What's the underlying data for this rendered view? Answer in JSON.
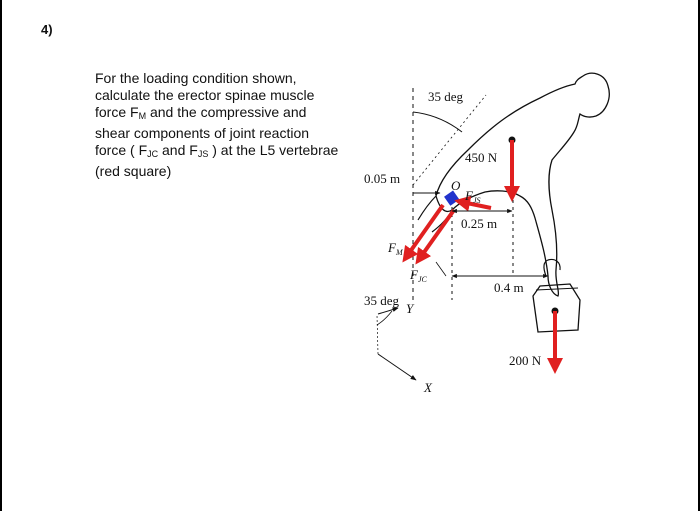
{
  "question_number": "4)",
  "problem": {
    "line1": "For the loading condition shown,",
    "line2": "calculate the erector spinae muscle",
    "line3_pre": "force F",
    "line3_sub": "M",
    "line3_post": " and the compressive and",
    "line4": "shear components of joint reaction",
    "line5_pre": "force ( F",
    "line5_sub1": "JC",
    "line5_mid": " and F",
    "line5_sub2": "JS",
    "line5_post": " ) at the L5 vertebrae",
    "line6": "(red square)"
  },
  "figure": {
    "angle_top": "35 deg",
    "torso_load": "450 N",
    "dist_005": "0.05 m",
    "dist_025": "0.25 m",
    "dist_04": "0.4 m",
    "hand_load": "200 N",
    "joint_label": "O",
    "fjs_main": "F",
    "fjs_sub": "JS",
    "fm_main": "F",
    "fm_sub": "M",
    "fjc_main": "F",
    "fjc_sub": "JC",
    "axis_angle": "35 deg",
    "axis_y": "Y",
    "axis_x": "X",
    "colors": {
      "force_arrow": "#e02020",
      "joint_marker": "#2233cc",
      "outline": "#111111"
    }
  }
}
